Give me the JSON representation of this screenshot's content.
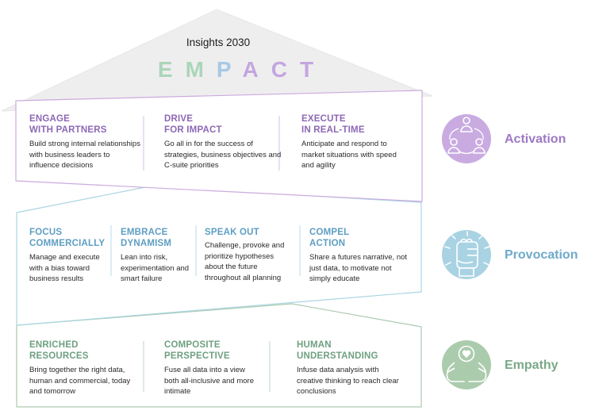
{
  "roof": {
    "title": "Insights 2030",
    "brand": [
      {
        "ch": "E",
        "color": "#abd5ba"
      },
      {
        "ch": "M",
        "color": "#abd5ba"
      },
      {
        "ch": "P",
        "color": "#a6c9e6"
      },
      {
        "ch": "A",
        "color": "#c3a6e0"
      },
      {
        "ch": "C",
        "color": "#c3a6e0"
      },
      {
        "ch": "T",
        "color": "#c3a6e0"
      }
    ]
  },
  "sections": [
    {
      "label": "Activation",
      "label_color": "#9d79c4",
      "heading_color": "#8d68b6",
      "border_color": "#cbaade",
      "divider_color": "#dccaee",
      "circle_color": "#c9abe1",
      "icon": "people-network-icon",
      "columns": [
        {
          "heading": "ENGAGE\nWITH PARTNERS",
          "body": "Build strong internal relationships\nwith business leaders to\ninfluence decisions"
        },
        {
          "heading": "DRIVE\nFOR IMPACT",
          "body": "Go all in for the success of\nstrategies, business objectives and\nC-suite priorities"
        },
        {
          "heading": "EXECUTE\nIN REAL-TIME",
          "body": "Anticipate and respond to\nmarket situations with speed\nand agility"
        }
      ]
    },
    {
      "label": "Provocation",
      "label_color": "#6fa9c9",
      "heading_color": "#5d9ec2",
      "border_color": "#a9d5e2",
      "divider_color": "#c3e1ec",
      "circle_color": "#a9d3e3",
      "icon": "raised-fist-icon",
      "columns": [
        {
          "heading": "FOCUS\nCOMMERCIALLY",
          "body": "Manage and execute\nwith a bias toward\nbusiness results"
        },
        {
          "heading": "EMBRACE\nDYNAMISM",
          "body": "Lean into risk,\nexperimentation and\nsmart failure"
        },
        {
          "heading": "SPEAK OUT",
          "body": "Challenge, provoke and\nprioritize hypotheses\nabout the future\nthroughout all planning"
        },
        {
          "heading": "COMPEL\nACTION",
          "body": "Share a futures narrative, not\njust data, to motivate not\nsimply educate"
        }
      ]
    },
    {
      "label": "Empathy",
      "label_color": "#7aa888",
      "heading_color": "#6fa080",
      "border_color": "#adc9b0",
      "divider_color": "#cadccd",
      "circle_color": "#abcbad",
      "icon": "hands-holding-heart-icon",
      "columns": [
        {
          "heading": "ENRICHED\nRESOURCES",
          "body": "Bring together the right data,\nhuman and commercial, today\nand tomorrow"
        },
        {
          "heading": "COMPOSITE\nPERSPECTIVE",
          "body": "Fuse all data into a view\nboth all-inclusive and more\nintimate"
        },
        {
          "heading": "HUMAN\nUNDERSTANDING",
          "body": "Infuse data analysis with\ncreative thinking to reach clear\nconclusions"
        }
      ]
    }
  ]
}
